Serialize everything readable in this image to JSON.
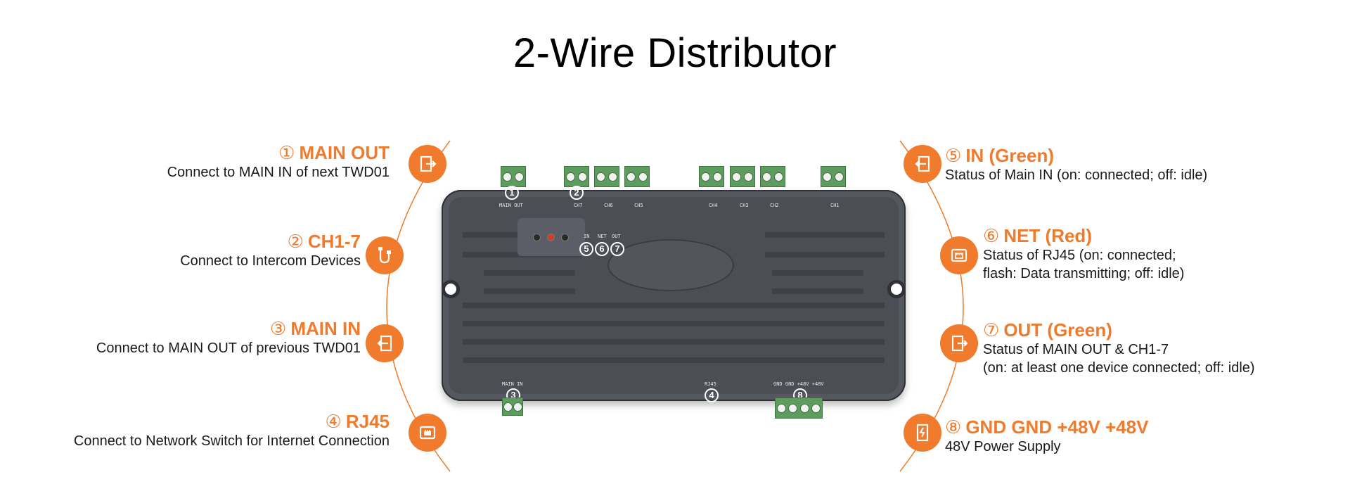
{
  "title": "2-Wire Distributor",
  "colors": {
    "accent": "#f07b2c",
    "device_body": "#4b4e55",
    "terminal_green": "#5d9b5e"
  },
  "left_items": [
    {
      "num": "①",
      "title": "MAIN OUT",
      "desc": "Connect to MAIN IN of next TWD01",
      "icon": "exit-arrow-icon"
    },
    {
      "num": "②",
      "title": "CH1-7",
      "desc": "Connect to Intercom Devices",
      "icon": "cable-icon"
    },
    {
      "num": "③",
      "title": "MAIN IN",
      "desc": "Connect to MAIN OUT of previous TWD01",
      "icon": "enter-arrow-icon"
    },
    {
      "num": "④",
      "title": "RJ45",
      "desc": "Connect to Network Switch for Internet Connection",
      "icon": "rj45-port-icon"
    }
  ],
  "right_items": [
    {
      "num": "⑤",
      "title": "IN (Green)",
      "desc_lines": [
        "Status of Main IN (on: connected; off: idle)"
      ],
      "icon": "enter-arrow-icon"
    },
    {
      "num": "⑥",
      "title": "NET (Red)",
      "desc_lines": [
        "Status of RJ45 (on: connected;",
        "flash: Data transmitting; off: idle)"
      ],
      "icon": "network-port-icon"
    },
    {
      "num": "⑦",
      "title": "OUT (Green)",
      "desc_lines": [
        "Status of MAIN OUT & CH1-7",
        "(on: at least one device connected; off: idle)"
      ],
      "icon": "exit-arrow-icon"
    },
    {
      "num": "⑧",
      "title": "GND GND +48V +48V",
      "desc_lines": [
        "48V Power Supply"
      ],
      "icon": "power-supply-icon"
    }
  ],
  "device": {
    "top_labels": {
      "main_out": "MAIN OUT",
      "ch7": "CH7",
      "ch6": "CH6",
      "ch5": "CH5",
      "ch4": "CH4",
      "ch3": "CH3",
      "ch2": "CH2",
      "ch1": "CH1"
    },
    "led_labels": {
      "in": "IN",
      "net": "NET",
      "out": "OUT"
    },
    "bottom_labels": {
      "main_in": "MAIN IN",
      "rj45": "RJ45",
      "power": "GND  GND  +48V  +48V"
    },
    "markers": {
      "m1": "1",
      "m2": "2",
      "m3": "3",
      "m4": "4",
      "m5": "5",
      "m6": "6",
      "m7": "7",
      "m8": "8"
    }
  }
}
